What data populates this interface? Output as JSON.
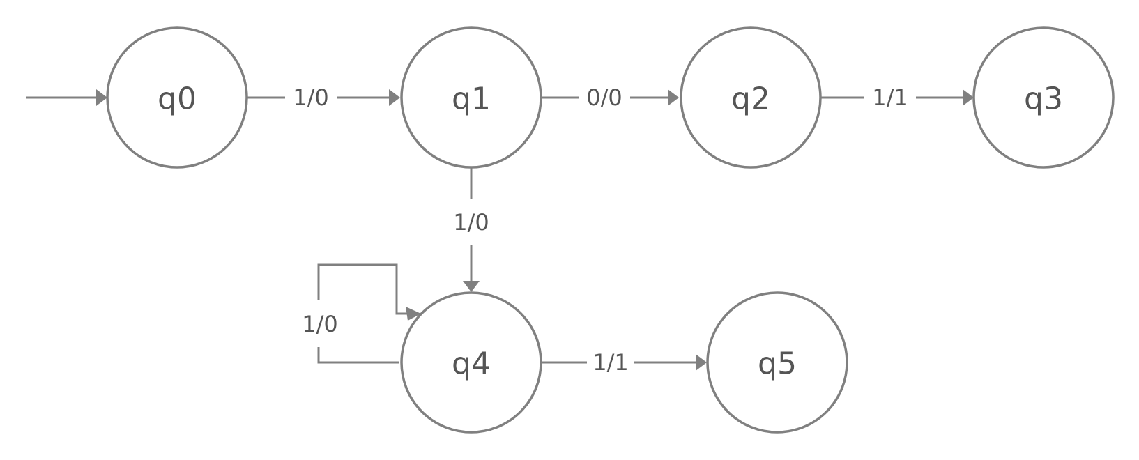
{
  "diagram": {
    "type": "state-machine",
    "states": [
      {
        "id": "q0",
        "label": "q0",
        "initial": true
      },
      {
        "id": "q1",
        "label": "q1"
      },
      {
        "id": "q2",
        "label": "q2"
      },
      {
        "id": "q3",
        "label": "q3"
      },
      {
        "id": "q4",
        "label": "q4"
      },
      {
        "id": "q5",
        "label": "q5"
      }
    ],
    "transitions": [
      {
        "from": "q0",
        "to": "q1",
        "label": "1/0"
      },
      {
        "from": "q1",
        "to": "q2",
        "label": "0/0"
      },
      {
        "from": "q2",
        "to": "q3",
        "label": "1/1"
      },
      {
        "from": "q1",
        "to": "q4",
        "label": "1/0"
      },
      {
        "from": "q4",
        "to": "q4",
        "label": "1/0"
      },
      {
        "from": "q4",
        "to": "q5",
        "label": "1/1"
      }
    ],
    "colors": {
      "stroke": "#808080",
      "text": "#555555",
      "background": "#ffffff"
    }
  }
}
